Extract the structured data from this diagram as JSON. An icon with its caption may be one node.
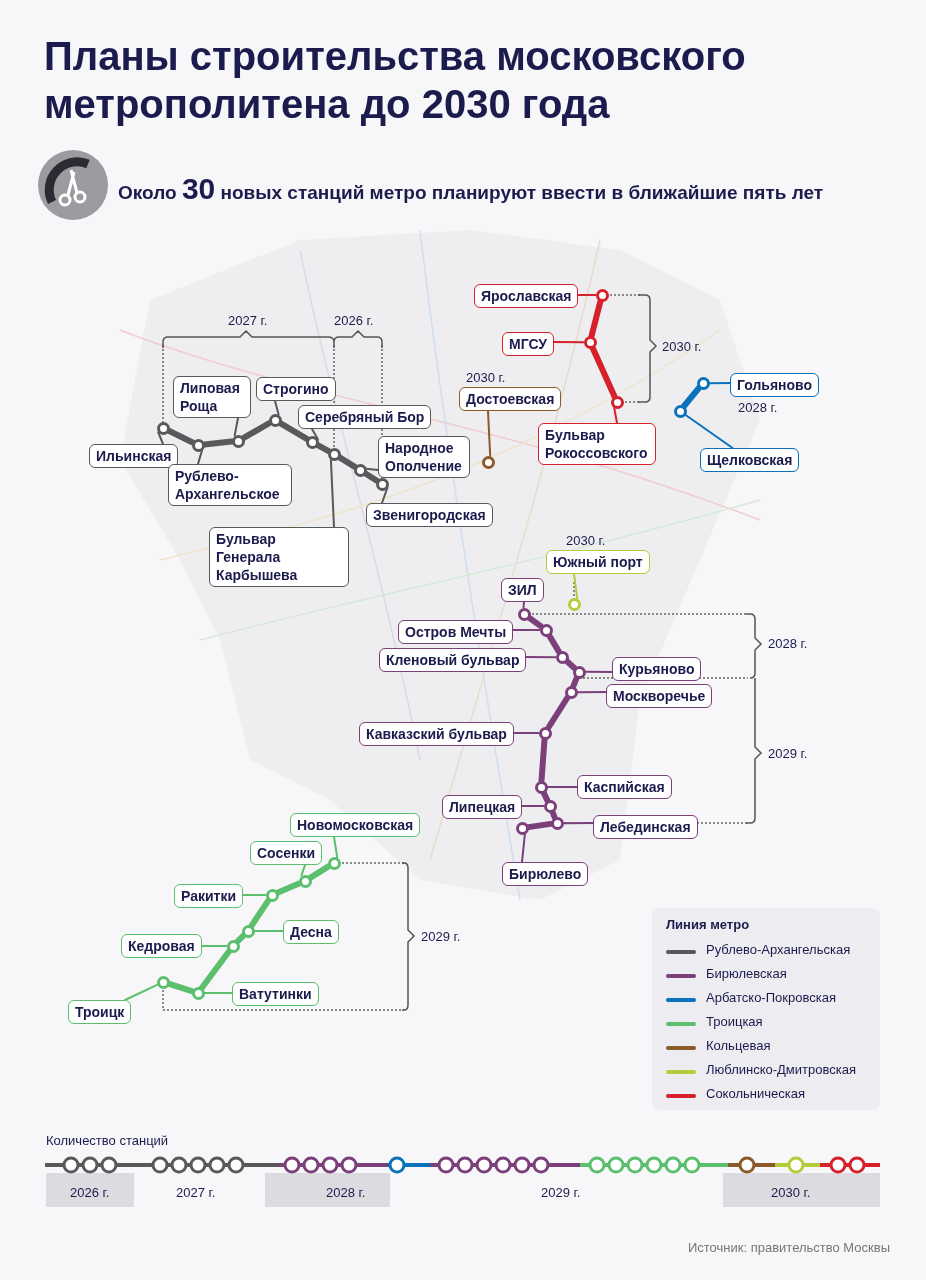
{
  "diagram": {
    "title": "Планы строительства московского метрополитена до 2030 года",
    "caption": "Источник: правительство Москвы",
    "nodes": [
      {
        "text": [
          "Ярославская"
        ]
      },
      {
        "text": [],
        "shape": "circle"
      },
      {
        "text": [
          "МГСУ"
        ]
      },
      {
        "text": [],
        "shape": "circle"
      },
      {
        "text": [
          "Бульвар Рокоссовского"
        ]
      },
      {
        "text": [],
        "shape": "circle"
      },
      {
        "text": [
          "Ильинская"
        ]
      },
      {
        "text": [],
        "shape": "circle"
      },
      {
        "text": [
          "Рублево-Архангельское"
        ]
      },
      {
        "text": [],
        "shape": "circle"
      },
      {
        "text": [
          "Липовая Роща"
        ]
      },
      {
        "text": [],
        "shape": "circle"
      },
      {
        "text": [
          "Строгино"
        ]
      },
      {
        "text": [],
        "shape": "circle"
      },
      {
        "text": [
          "Серебряный Бор"
        ]
      },
      {
        "text": [],
        "shape": "circle"
      },
      {
        "text": [
          "Бульвар Генерала Карбышева"
        ]
      },
      {
        "text": [],
        "shape": "circle"
      },
      {
        "text": [
          "Народное Ополчение"
        ]
      },
      {
        "text": [],
        "shape": "circle"
      },
      {
        "text": [
          "Звенигородская"
        ]
      },
      {
        "text": [],
        "shape": "circle"
      },
      {
        "text": [
          "Достоевская"
        ]
      },
      {
        "text": [],
        "shape": "circle"
      },
      {
        "text": [
          "Гольяново"
        ]
      },
      {
        "text": [],
        "shape": "circle"
      },
      {
        "text": [
          "Щелковская"
        ]
      },
      {
        "text": [],
        "shape": "circle"
      },
      {
        "text": [
          "Южный порт"
        ]
      },
      {
        "text": [],
        "shape": "circle"
      },
      {
        "text": [
          "ЗИЛ"
        ]
      },
      {
        "text": [],
        "shape": "circle"
      },
      {
        "text": [
          "Остров Мечты"
        ]
      },
      {
        "text": [],
        "shape": "circle"
      },
      {
        "text": [
          "Кленовый бульвар"
        ]
      },
      {
        "text": [],
        "shape": "circle"
      },
      {
        "text": [
          "Курьяново"
        ]
      },
      {
        "text": [],
        "shape": "circle"
      },
      {
        "text": [
          "Москворечье"
        ]
      },
      {
        "text": [],
        "shape": "circle"
      },
      {
        "text": [
          "Кавказский бульвар"
        ]
      },
      {
        "text": [],
        "shape": "circle"
      },
      {
        "text": [
          "Каспийская"
        ]
      },
      {
        "text": [],
        "shape": "circle"
      },
      {
        "text": [
          "Липецкая"
        ]
      },
      {
        "text": [],
        "shape": "circle"
      },
      {
        "text": [
          "Лебединская"
        ]
      },
      {
        "text": [],
        "shape": "circle"
      },
      {
        "text": [
          "Бирюлево"
        ]
      },
      {
        "text": [],
        "shape": "circle"
      },
      {
        "text": [
          "Новомосковская"
        ]
      },
      {
        "text": [],
        "shape": "circle"
      },
      {
        "text": [
          "Сосенки"
        ]
      },
      {
        "text": [],
        "shape": "circle"
      },
      {
        "text": [
          "Ракитки"
        ]
      },
      {
        "text": [],
        "shape": "circle"
      },
      {
        "text": [
          "Десна"
        ]
      },
      {
        "text": [],
        "shape": "circle"
      },
      {
        "text": [
          "Кедровая"
        ]
      },
      {
        "text": [],
        "shape": "circle"
      },
      {
        "text": [
          "Ватутинки"
        ]
      },
      {
        "text": [],
        "shape": "circle"
      },
      {
        "text": [
          "Троицк"
        ]
      },
      {
        "text": [],
        "shape": "circle"
      }
    ],
    "edges": [
      {
        "from": 0,
        "to": 1,
        "arrow": "none",
        "color": "#d6202a"
      },
      {
        "from": 2,
        "to": 3,
        "arrow": "none",
        "color": "#d6202a"
      },
      {
        "from": 4,
        "to": 5,
        "arrow": "none",
        "color": "#d6202a"
      },
      {
        "from": 6,
        "to": 7,
        "arrow": "none",
        "color": "#58595b"
      },
      {
        "from": 8,
        "to": 9,
        "arrow": "none",
        "color": "#58595b"
      },
      {
        "from": 10,
        "to": 11,
        "arrow": "none",
        "color": "#58595b"
      },
      {
        "from": 12,
        "to": 13,
        "arrow": "none",
        "color": "#58595b"
      },
      {
        "from": 14,
        "to": 15,
        "arrow": "none",
        "color": "#58595b"
      },
      {
        "from": 16,
        "to": 17,
        "arrow": "none",
        "color": "#58595b"
      },
      {
        "from": 18,
        "to": 19,
        "arrow": "none",
        "color": "#58595b"
      },
      {
        "from": 20,
        "to": 21,
        "arrow": "none",
        "color": "#58595b"
      },
      {
        "from": 22,
        "to": 23,
        "arrow": "none",
        "color": "#8b5a2b"
      },
      {
        "from": 24,
        "to": 25,
        "arrow": "none",
        "color": "#0a72ba"
      },
      {
        "from": 26,
        "to": 27,
        "arrow": "none",
        "color": "#0a72ba"
      },
      {
        "from": 28,
        "to": 29,
        "arrow": "none",
        "color": "#b5cc3a"
      },
      {
        "from": 30,
        "to": 31,
        "arrow": "none",
        "color": "#7b3f7a"
      },
      {
        "from": 32,
        "to": 33,
        "arrow": "none",
        "color": "#7b3f7a"
      },
      {
        "from": 34,
        "to": 35,
        "arrow": "none",
        "color": "#7b3f7a"
      },
      {
        "from": 36,
        "to": 37,
        "arrow": "none",
        "color": "#7b3f7a"
      },
      {
        "from": 38,
        "to": 39,
        "arrow": "none",
        "color": "#7b3f7a"
      },
      {
        "from": 40,
        "to": 41,
        "arrow": "none",
        "color": "#7b3f7a"
      },
      {
        "from": 42,
        "to": 43,
        "arrow": "none",
        "color": "#7b3f7a"
      },
      {
        "from": 44,
        "to": 45,
        "arrow": "none",
        "color": "#7b3f7a"
      },
      {
        "from": 46,
        "to": 47,
        "arrow": "none",
        "color": "#7b3f7a"
      },
      {
        "from": 48,
        "to": 49,
        "arrow": "none",
        "color": "#7b3f7a"
      },
      {
        "from": 50,
        "to": 51,
        "arrow": "none",
        "color": "#5bbf6d"
      },
      {
        "from": 52,
        "to": 53,
        "arrow": "none",
        "color": "#5bbf6d"
      },
      {
        "from": 54,
        "to": 55,
        "arrow": "none",
        "color": "#5bbf6d"
      },
      {
        "from": 56,
        "to": 57,
        "arrow": "none",
        "color": "#5bbf6d"
      },
      {
        "from": 58,
        "to": 59,
        "arrow": "none",
        "color": "#5bbf6d"
      },
      {
        "from": 60,
        "to": 61,
        "arrow": "none",
        "color": "#5bbf6d"
      },
      {
        "from": 62,
        "to": 63,
        "arrow": "none",
        "color": "#5bbf6d"
      },
      {
        "from": 1,
        "to": 3,
        "arrow": "none",
        "style": "thick",
        "color": "#d6202a"
      },
      {
        "from": 3,
        "to": 5,
        "arrow": "none",
        "style": "thick",
        "color": "#d6202a"
      },
      {
        "from": 7,
        "to": 9,
        "arrow": "none",
        "style": "thick",
        "color": "#58595b"
      },
      {
        "from": 9,
        "to": 11,
        "arrow": "none",
        "style": "thick",
        "color": "#58595b"
      },
      {
        "from": 11,
        "to": 13,
        "arrow": "none",
        "style": "thick",
        "color": "#58595b"
      },
      {
        "from": 13,
        "to": 15,
        "arrow": "none",
        "style": "thick",
        "color": "#58595b"
      },
      {
        "from": 15,
        "to": 17,
        "arrow": "none",
        "style": "thick",
        "color": "#58595b"
      },
      {
        "from": 17,
        "to": 19,
        "arrow": "none",
        "style": "thick",
        "color": "#58595b"
      },
      {
        "from": 19,
        "to": 21,
        "arrow": "none",
        "style": "thick",
        "color": "#58595b"
      },
      {
        "from": 25,
        "to": 27,
        "arrow": "none",
        "style": "thick",
        "color": "#0a72ba"
      },
      {
        "from": 31,
        "to": 33,
        "arrow": "none",
        "style": "thick",
        "color": "#7b3f7a"
      },
      {
        "from": 33,
        "to": 35,
        "arrow": "none",
        "style": "thick",
        "color": "#7b3f7a"
      },
      {
        "from": 35,
        "to": 37,
        "arrow": "none",
        "style": "thick",
        "color": "#7b3f7a"
      },
      {
        "from": 37,
        "to": 39,
        "arrow": "none",
        "style": "thick",
        "color": "#7b3f7a"
      },
      {
        "from": 39,
        "to": 41,
        "arrow": "none",
        "style": "thick",
        "color": "#7b3f7a"
      },
      {
        "from": 41,
        "to": 43,
        "arrow": "none",
        "style": "thick",
        "color": "#7b3f7a"
      },
      {
        "from": 43,
        "to": 45,
        "arrow": "none",
        "style": "thick",
        "color": "#7b3f7a"
      },
      {
        "from": 45,
        "to": 47,
        "arrow": "none",
        "style": "thick",
        "color": "#7b3f7a"
      },
      {
        "from": 47,
        "to": 49,
        "arrow": "none",
        "style": "thick",
        "color": "#7b3f7a"
      },
      {
        "from": 51,
        "to": 53,
        "arrow": "none",
        "style": "thick",
        "color": "#5bbf6d"
      },
      {
        "from": 53,
        "to": 55,
        "arrow": "none",
        "style": "thick",
        "color": "#5bbf6d"
      },
      {
        "from": 55,
        "to": 57,
        "arrow": "none",
        "style": "thick",
        "color": "#5bbf6d"
      },
      {
        "from": 57,
        "to": 59,
        "arrow": "none",
        "style": "thick",
        "color": "#5bbf6d"
      },
      {
        "from": 59,
        "to": 61,
        "arrow": "none",
        "style": "thick",
        "color": "#5bbf6d"
      },
      {
        "from": 61,
        "to": 63,
        "arrow": "none",
        "style": "thick",
        "color": "#5bbf6d"
      }
    ],
    "labels": [
      "Около **30** новых станций метро планируют ввести в ближайшие пять лет",
      "2027 г.",
      "2026 г.",
      "2030 г.",
      "2030 г.",
      "2028 г.",
      "2030 г.",
      "2028 г.",
      "2029 г.",
      "2029 г.",
      "Линия метро",
      "Количество станций",
      "2026 г.",
      "2027 г.",
      "2028 г.",
      "2029 г.",
      "2030 г."
    ],
    "legend": [
      {
        "text": "Рублево-Архангельская",
        "color": "#58595b"
      },
      {
        "text": "Бирюлевская",
        "color": "#7b3f7a"
      },
      {
        "text": "Арбатско-Покровская",
        "color": "#0a72ba"
      },
      {
        "text": "Троицкая",
        "color": "#5bbf6d"
      },
      {
        "text": "Кольцевая",
        "color": "#8b5a2b"
      },
      {
        "text": "Люблинско-Дмитровская",
        "color": "#b5cc3a"
      },
      {
        "text": "Сокольническая",
        "color": "#d6202a"
      }
    ]
  }
}
